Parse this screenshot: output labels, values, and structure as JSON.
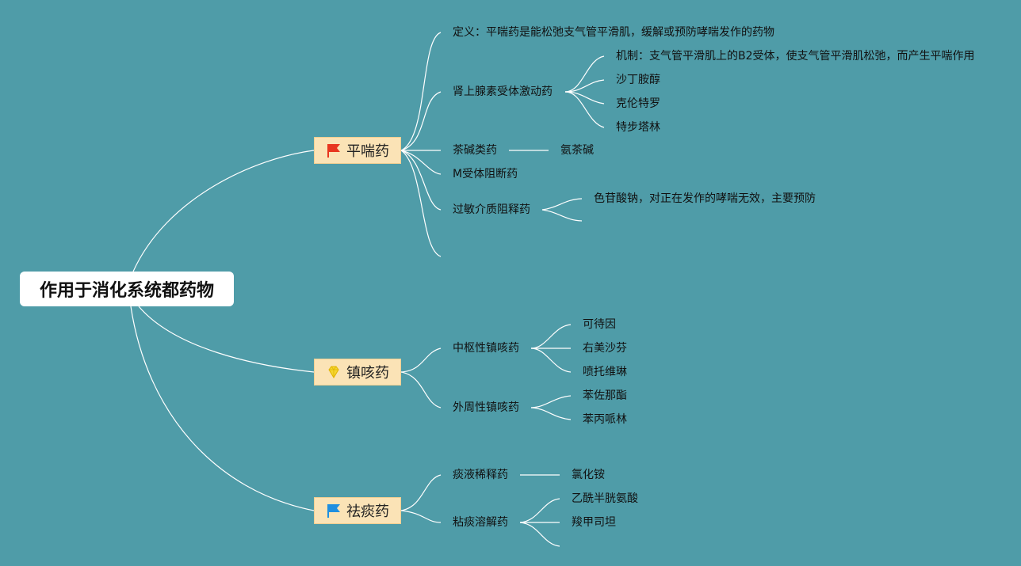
{
  "root": {
    "title": "作用于消化系统都药物"
  },
  "branches": {
    "asthma": {
      "title": "平喘药",
      "icon": "red-flag-icon",
      "definition": "定义：平喘药是能松弛支气管平滑肌，缓解或预防哮喘发作的药物",
      "adrenergic": {
        "title": "肾上腺素受体激动药",
        "items": [
          "机制：支气管平滑肌上的B2受体，使支气管平滑肌松弛，而产生平喘作用",
          "沙丁胺醇",
          "克伦特罗",
          "特步塔林"
        ]
      },
      "theophylline": {
        "title": "茶碱类药",
        "items": [
          "氨茶碱"
        ]
      },
      "m_blocker": {
        "title": "M受体阻断药"
      },
      "allergy": {
        "title": "过敏介质阻释药",
        "items": [
          "色苷酸钠，对正在发作的哮喘无效，主要预防"
        ]
      }
    },
    "cough": {
      "title": "镇咳药",
      "icon": "yellow-diamond-icon",
      "central": {
        "title": "中枢性镇咳药",
        "items": [
          "可待因",
          "右美沙芬",
          "喷托维琳"
        ]
      },
      "peripheral": {
        "title": "外周性镇咳药",
        "items": [
          "苯佐那酯",
          "苯丙哌林"
        ]
      }
    },
    "phlegm": {
      "title": "祛痰药",
      "icon": "blue-flag-icon",
      "diluent": {
        "title": "痰液稀释药",
        "items": [
          "氯化铵"
        ]
      },
      "mucolytic": {
        "title": "粘痰溶解药",
        "items": [
          "乙酰半胱氨酸",
          "羧甲司坦"
        ]
      }
    }
  },
  "colors": {
    "background": "#4f9ca8",
    "node_fill": "#fbe3b6",
    "connector": "#ffffff",
    "red_flag": "#e8361f",
    "blue_flag": "#1f8fe0",
    "diamond": "#f5d530"
  }
}
